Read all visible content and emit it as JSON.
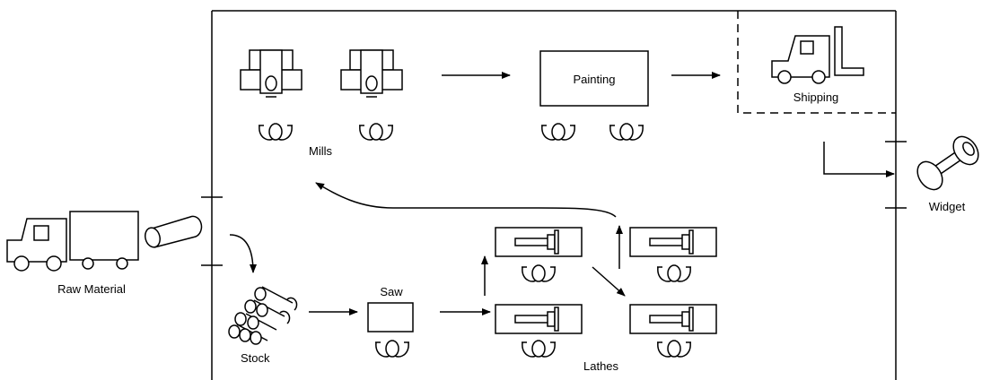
{
  "labels": {
    "mills": "Mills",
    "painting": "Painting",
    "shipping": "Shipping",
    "widget": "Widget",
    "raw_material": "Raw Material",
    "stock": "Stock",
    "saw": "Saw",
    "lathes": "Lathes"
  },
  "colors": {
    "ink": "#000000",
    "background": "#ffffff"
  }
}
